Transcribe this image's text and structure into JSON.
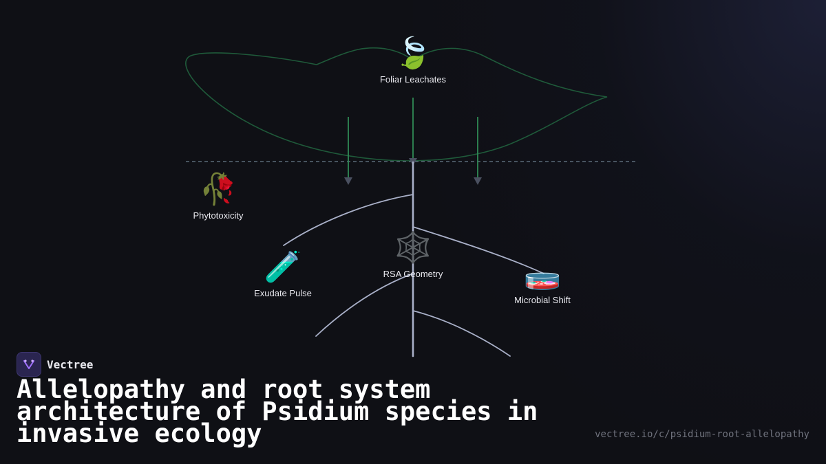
{
  "brand": {
    "name": "Vectree"
  },
  "title": "Allelopathy and root system architecture of Psidium species in invasive ecology",
  "url": "vectree.io/c/psidium-root-allelopathy",
  "nodes": [
    {
      "id": "foliar",
      "label": "Foliar Leachates",
      "icon": "🍃"
    },
    {
      "id": "phyto",
      "label": "Phytotoxicity",
      "icon": "🥀"
    },
    {
      "id": "exudate",
      "label": "Exudate Pulse",
      "icon": "🧪"
    },
    {
      "id": "rsa",
      "label": "RSA Geometry",
      "icon": "🕸️"
    },
    {
      "id": "microbial",
      "label": "Microbial Shift",
      "icon": "🧫"
    }
  ],
  "colors": {
    "background": "#0f1015",
    "canopy": "#1f5a3a",
    "leach_arrow": "#2f8a55",
    "soil_line": "#5a6a78",
    "root": "#a9b0c8",
    "arrowhead": "#4a5060"
  }
}
